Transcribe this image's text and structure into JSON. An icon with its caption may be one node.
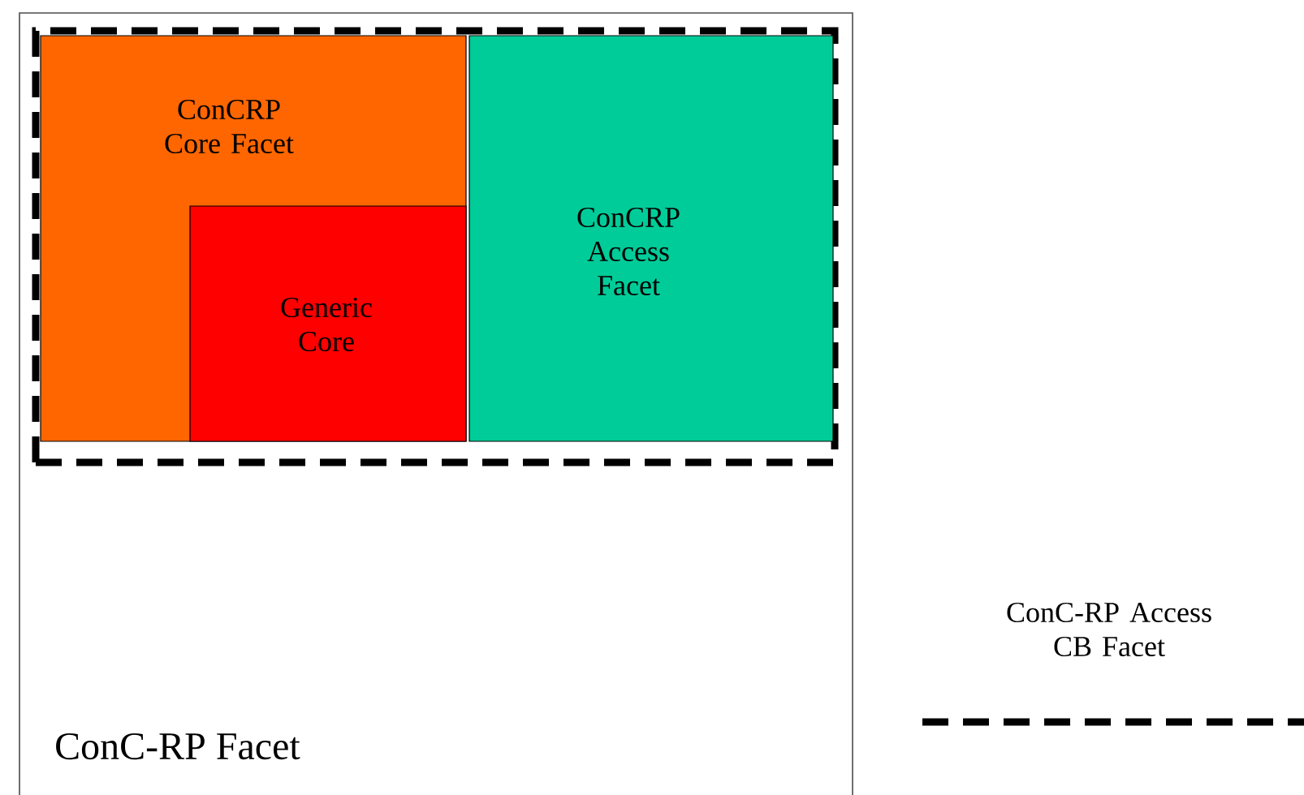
{
  "diagram": {
    "nodes": [
      {
        "text": [
          "ConC-RP Facet"
        ]
      },
      {
        "text": [],
        "shape": "box",
        "in": 0
      },
      {
        "text": [
          "ConCRP Core Facet"
        ],
        "in": 1
      },
      {
        "text": [
          "Generic Core"
        ],
        "in": 2
      },
      {
        "text": [
          "ConCRP Access Facet"
        ],
        "in": 1
      }
    ],
    "legend": [
      {
        "text": "ConC-RP Access CB Facet"
      }
    ]
  }
}
